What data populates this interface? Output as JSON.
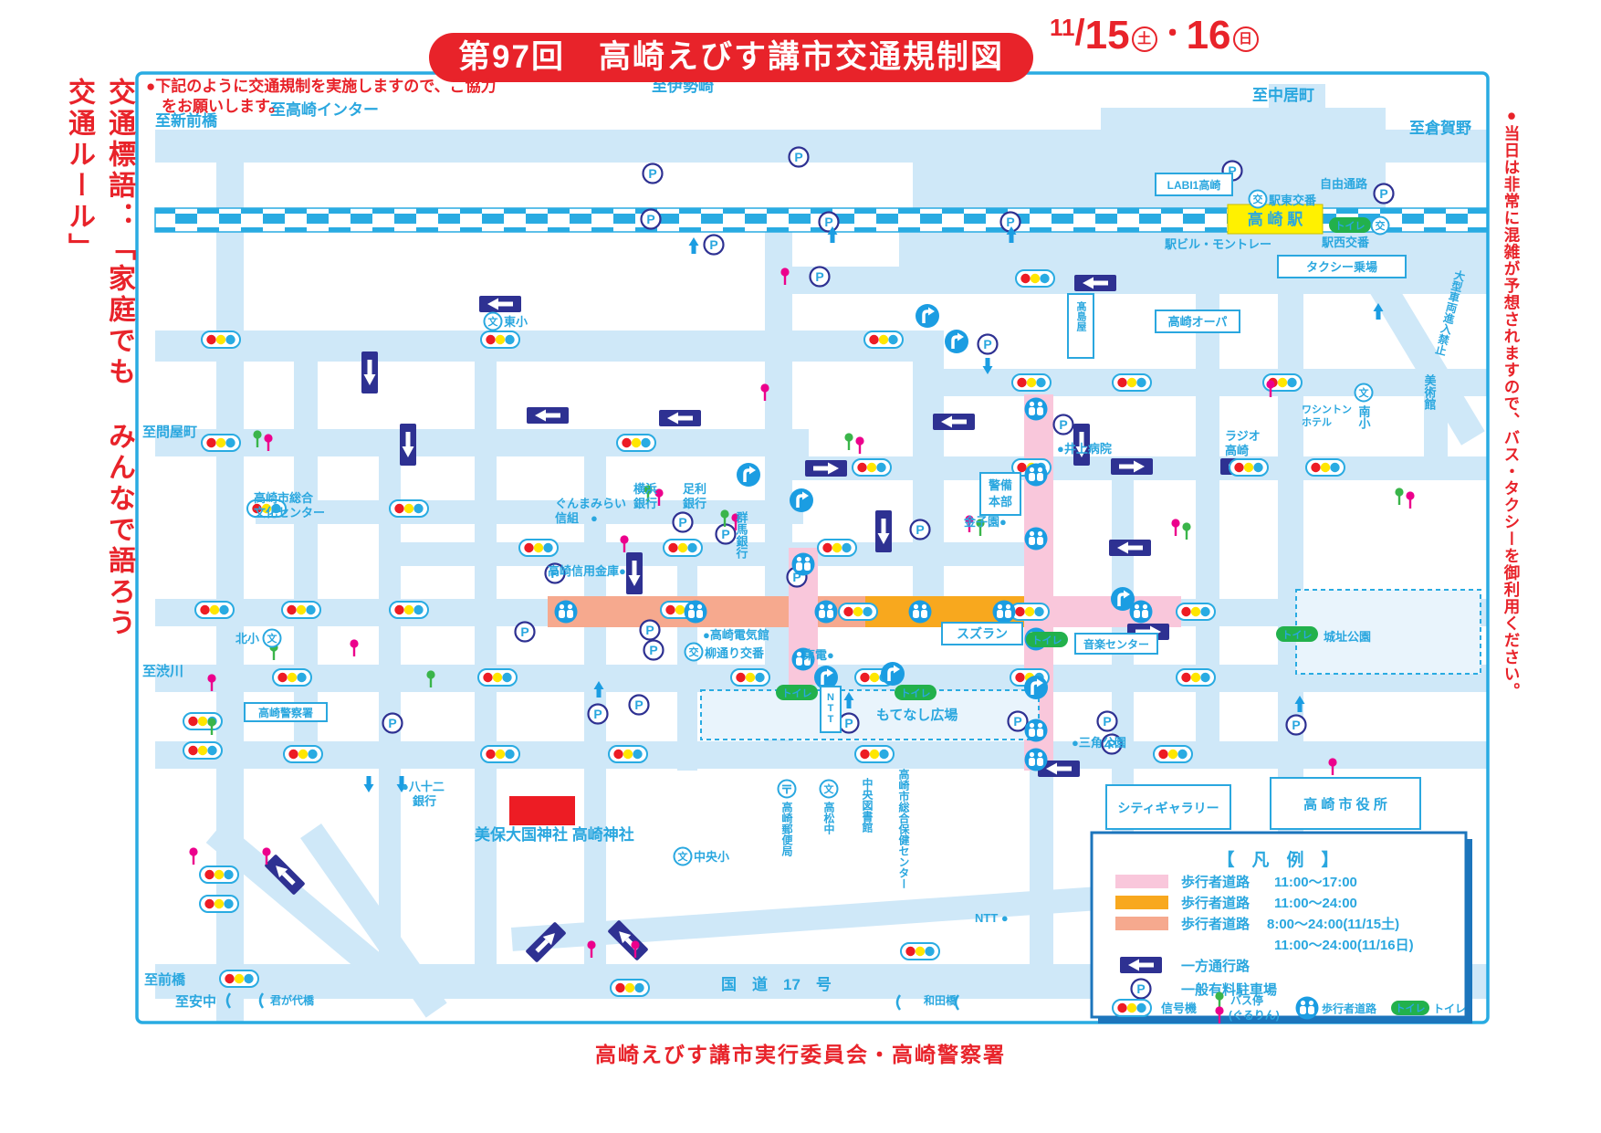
{
  "header": {
    "title": "第97回　高崎えびす講市交通規制図",
    "date_month": "11",
    "date_slash": "/",
    "date_day1": "15",
    "date_mark1": "土",
    "date_dot": "・",
    "date_day2": "16",
    "date_mark2": "日"
  },
  "note": {
    "line1": "●下記のように交通規制を実施しますので、ご協力",
    "line2": "をお願いします。"
  },
  "sidebars": {
    "left": "交通標語：「家庭でも みんなで語ろう 交通ルール」",
    "right": "●当日は非常に混雑が予想されますので、バス・タクシーを御利用ください。"
  },
  "footer": {
    "text": "高崎えびす講市実行委員会・高崎警察署"
  },
  "icons": {
    "koban": "交",
    "school": "文",
    "parking": "P"
  },
  "colors": {
    "accent_red": "#E8232A",
    "rail_blue": "#29ABE2",
    "road_blue": "#CFE8F8",
    "navy": "#2E3192",
    "station_yellow": "#FFF100",
    "ped_pink": "#F9C7DB",
    "ped_orange": "#F8A81E",
    "ped_salmon": "#F6A98E",
    "toilet_green": "#22B14C",
    "busstop_green": "#3AB54A",
    "gururin_magenta": "#EC008C"
  },
  "legend": {
    "title": "【　凡　例　】",
    "row1_label": "歩行者道路",
    "row1_time": "11:00〜17:00",
    "row2_label": "歩行者道路",
    "row2_time": "11:00〜24:00",
    "row3_label": "歩行者道路",
    "row3_time": "8:00〜24:00(11/15土)",
    "row3_time2": "11:00〜24:00(11/16日)",
    "oneway": "一方通行路",
    "parking": "一般有料駐車場",
    "signal": "信号機",
    "bus1": "バス停",
    "bus2": "(ぐるりん)",
    "ped": "歩行者道路",
    "toilet": "トイレ"
  },
  "map": {
    "labels": {
      "to_takasaki_inter": "至高崎インター",
      "to_shinmaebashi": "至新前橋",
      "to_isesaki": "至伊勢崎",
      "to_nakaicho": "至中居町",
      "to_kuragano": "至倉賀野",
      "to_tonyamachi": "至問屋町",
      "to_shibukawa": "至渋川",
      "to_maebashi": "至前橋",
      "to_annaka": "至安中",
      "kimigayobashi": "君が代橋",
      "wadabashi": "和田橋",
      "route17": "国　道　17　号",
      "labi1": "LABI1高崎",
      "ekihigashi_koban": "駅東交番",
      "jiyutsuro": "自由通路",
      "station": "高 崎 駅",
      "ekibiru": "駅ビル・モントレー",
      "ekinishi_koban": "駅西交番",
      "taxi": "タクシー乗場",
      "takashimaya": "髙島屋",
      "opa": "高崎オーパ",
      "washington1": "ワシントン",
      "washington2": "ホテル",
      "minamisho": "南小",
      "bijutsukan": "美術館",
      "radio1": "ラジオ",
      "radio2": "高崎",
      "oogata": "大型車両進入禁止",
      "inoue": "●井上病院",
      "keibi1": "警備",
      "keibi2": "本部",
      "kanekoen": "金子園●",
      "higashisho": "東小",
      "gunmamirai1": "ぐんまみらい",
      "gunmamirai2": "信組　●",
      "yokohama1": "横浜",
      "yokohama2": "銀行",
      "ashikaga1": "足利",
      "ashikaga2": "銀行",
      "bunka1": "高崎市総合",
      "bunka2": "文化センター",
      "shinkin": "高崎信用金庫●",
      "gunmagin": "群馬銀行",
      "denkikan": "●高崎電気館",
      "yanagidori": "柳通り交番",
      "toden": "東電●",
      "suzuran": "スズラン",
      "sankaku": "●三角公園",
      "kitasho": "北小",
      "motenashi": "もてなし広場",
      "ntt_v": "NTT",
      "ntt2": "NTT ●",
      "ongaku": "音楽センター",
      "joshi": "城址公園",
      "police": "高崎警察署",
      "hachijuni1": "●八十二",
      "hachijuni2": "銀行",
      "jinja": "美保大国神社 高崎神社",
      "chuosho": "中央小",
      "yubin": "高崎郵便局",
      "takamatsu": "高松中",
      "toshokan": "中央図書館",
      "hoken": "高崎市総合保健センター",
      "citygallery": "シティギャラリー",
      "shiyakusho": "高 崎 市 役 所",
      "toilet": "トイレ"
    }
  }
}
